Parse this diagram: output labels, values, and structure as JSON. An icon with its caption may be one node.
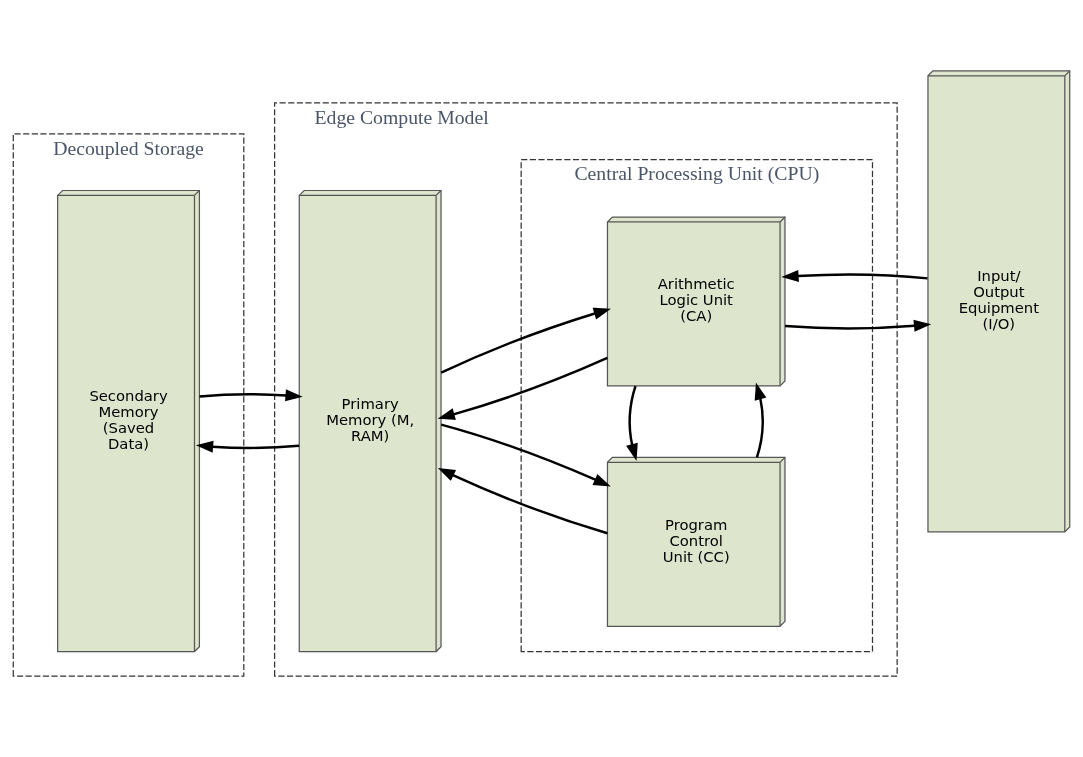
{
  "diagram": {
    "nodes": [
      {
        "text": [
          "Decoupled Storage"
        ]
      },
      {
        "text": [
          "Secondary Memory (Saved Data)"
        ],
        "in": 0
      },
      {
        "text": [
          "Edge Compute Model"
        ]
      },
      {
        "text": [
          "Primary Memory (M, RAM)"
        ],
        "in": 2
      },
      {
        "text": [
          "Central Processing Unit (CPU)"
        ],
        "in": 2
      },
      {
        "text": [
          "Arithmetic Logic Unit (CA)"
        ],
        "in": 4
      },
      {
        "text": [
          "Program Control Unit (CC)"
        ],
        "in": 4
      },
      {
        "text": [
          "Input/ Output Equipment (I/O)"
        ]
      }
    ],
    "edges": [
      {
        "from": 3,
        "to": 1,
        "arrow": "to"
      },
      {
        "from": 1,
        "to": 3,
        "arrow": "to"
      },
      {
        "from": 5,
        "to": 3,
        "arrow": "to"
      },
      {
        "from": 3,
        "to": 5,
        "arrow": "to"
      },
      {
        "from": 6,
        "to": 3,
        "arrow": "to"
      },
      {
        "from": 3,
        "to": 6,
        "arrow": "to"
      },
      {
        "from": 6,
        "to": 5,
        "arrow": "to"
      },
      {
        "from": 5,
        "to": 6,
        "arrow": "to"
      },
      {
        "from": 7,
        "to": 5,
        "arrow": "to"
      },
      {
        "from": 5,
        "to": 7,
        "arrow": "to"
      }
    ]
  }
}
